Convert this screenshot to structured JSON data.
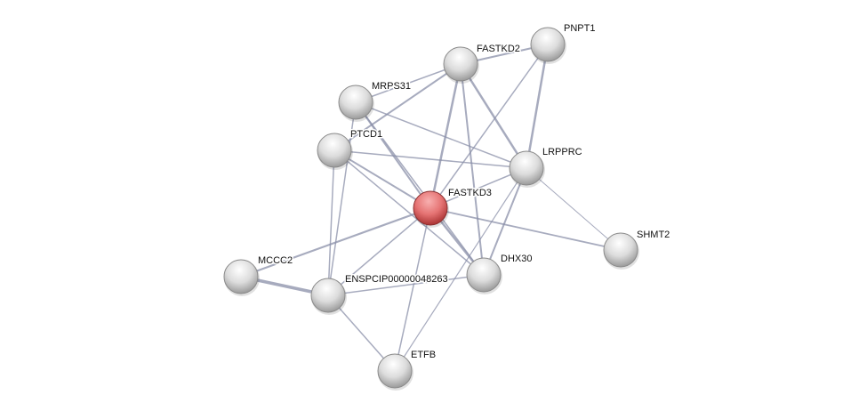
{
  "network": {
    "query_node": "FASTKD3",
    "colors": {
      "query": "#e06a6a",
      "node": "#e6e6e6",
      "edge": "#8a8fa8"
    },
    "nodes": [
      {
        "id": "FASTKD3",
        "label": "FASTKD3"
      },
      {
        "id": "FASTKD2",
        "label": "FASTKD2"
      },
      {
        "id": "PNPT1",
        "label": "PNPT1"
      },
      {
        "id": "MRPS31",
        "label": "MRPS31"
      },
      {
        "id": "PTCD1",
        "label": "PTCD1"
      },
      {
        "id": "LRPPRC",
        "label": "LRPPRC"
      },
      {
        "id": "SHMT2",
        "label": "SHMT2"
      },
      {
        "id": "DHX30",
        "label": "DHX30"
      },
      {
        "id": "MCCC2",
        "label": "MCCC2"
      },
      {
        "id": "ENSPCIP",
        "label": "ENSPCIP00000048263"
      },
      {
        "id": "ETFB",
        "label": "ETFB"
      }
    ],
    "edges": [
      [
        "FASTKD2",
        "PNPT1",
        2
      ],
      [
        "FASTKD2",
        "MRPS31",
        1.5
      ],
      [
        "FASTKD2",
        "PTCD1",
        2
      ],
      [
        "FASTKD2",
        "FASTKD3",
        2.5
      ],
      [
        "FASTKD2",
        "DHX30",
        2
      ],
      [
        "FASTKD2",
        "LRPPRC",
        2.5
      ],
      [
        "PNPT1",
        "FASTKD3",
        1.5
      ],
      [
        "PNPT1",
        "LRPPRC",
        2.5
      ],
      [
        "MRPS31",
        "LRPPRC",
        1.5
      ],
      [
        "MRPS31",
        "FASTKD3",
        2
      ],
      [
        "MRPS31",
        "DHX30",
        1.5
      ],
      [
        "MRPS31",
        "ENSPCIP",
        1.5
      ],
      [
        "PTCD1",
        "LRPPRC",
        1.5
      ],
      [
        "PTCD1",
        "FASTKD3",
        2
      ],
      [
        "PTCD1",
        "DHX30",
        1.5
      ],
      [
        "PTCD1",
        "ENSPCIP",
        1.5
      ],
      [
        "LRPPRC",
        "FASTKD3",
        1.5
      ],
      [
        "LRPPRC",
        "SHMT2",
        1
      ],
      [
        "LRPPRC",
        "DHX30",
        2
      ],
      [
        "LRPPRC",
        "ETFB",
        1.2
      ],
      [
        "FASTKD3",
        "SHMT2",
        1.8
      ],
      [
        "FASTKD3",
        "MCCC2",
        2.2
      ],
      [
        "FASTKD3",
        "ENSPCIP",
        1.5
      ],
      [
        "FASTKD3",
        "DHX30",
        2.5
      ],
      [
        "FASTKD3",
        "ETFB",
        1.5
      ],
      [
        "MCCC2",
        "ENSPCIP",
        3.5
      ],
      [
        "ENSPCIP",
        "DHX30",
        1.5
      ],
      [
        "ENSPCIP",
        "ETFB",
        1.5
      ]
    ]
  }
}
